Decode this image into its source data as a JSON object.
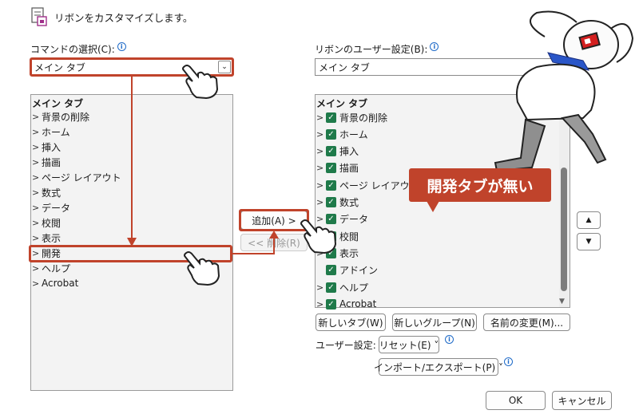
{
  "header": {
    "title": "リボンをカスタマイズします。"
  },
  "left": {
    "label": "コマンドの選択(C):",
    "dropdown_value": "メイン タブ",
    "list_header": "メイン タブ",
    "items": [
      "背景の削除",
      "ホーム",
      "挿入",
      "描画",
      "ページ レイアウト",
      "数式",
      "データ",
      "校閲",
      "表示",
      "開発",
      "ヘルプ",
      "Acrobat"
    ]
  },
  "middle": {
    "add_button": "追加(A) >",
    "remove_button": "<< 削除(R)"
  },
  "right": {
    "label": "リボンのユーザー設定(B):",
    "dropdown_value": "メイン タブ",
    "list_header": "メイン タブ",
    "items": [
      "背景の削除",
      "ホーム",
      "挿入",
      "描画",
      "ページ レイアウト",
      "数式",
      "データ",
      "校閲",
      "表示",
      "アドイン",
      "ヘルプ",
      "Acrobat"
    ],
    "new_tab_button": "新しいタブ(W)",
    "new_group_button": "新しいグループ(N)",
    "rename_button": "名前の変更(M)...",
    "user_settings_label": "ユーザー設定:",
    "reset_button": "リセット(E) ˅",
    "import_export_button": "インポート/エクスポート(P) ˅"
  },
  "callout": {
    "text": "開発タブが無い"
  },
  "footer": {
    "ok": "OK",
    "cancel": "キャンセル"
  },
  "colors": {
    "accent_red": "#c0432b",
    "checkbox_green": "#1f7a4a"
  }
}
